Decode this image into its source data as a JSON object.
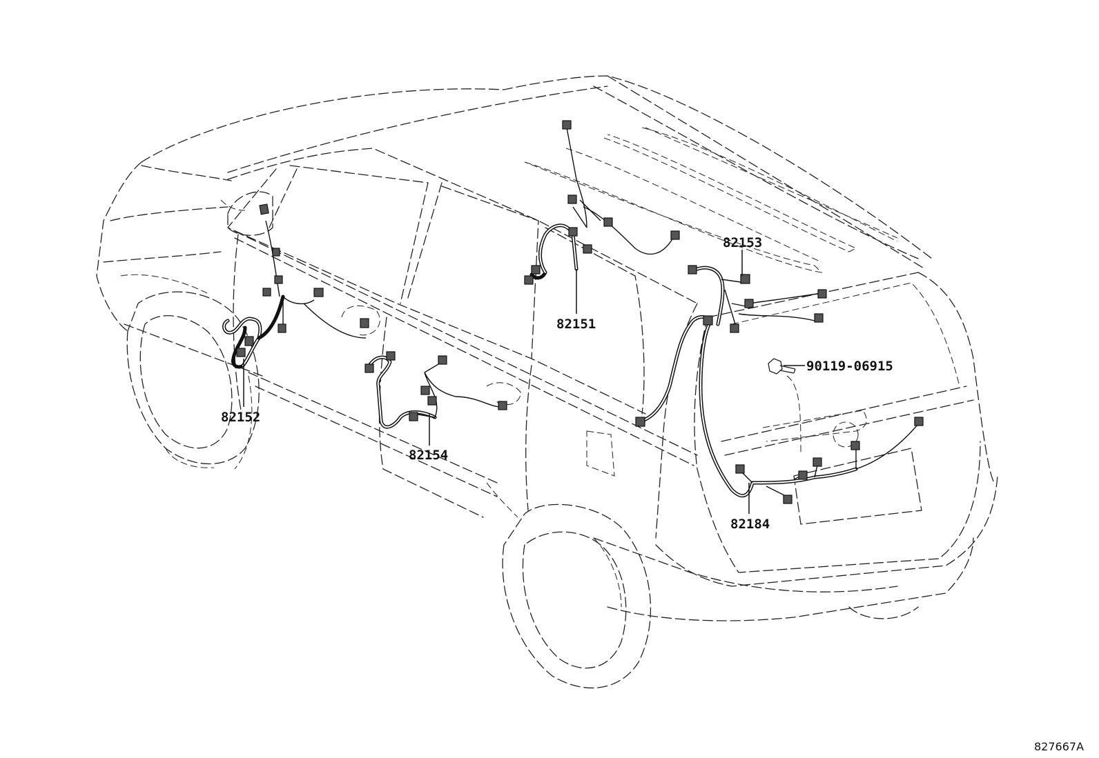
{
  "diagram": {
    "figure_id": "827667A",
    "parts": [
      {
        "id": "82151",
        "kind": "wire harness"
      },
      {
        "id": "82152",
        "kind": "wire harness"
      },
      {
        "id": "82153",
        "kind": "wire harness"
      },
      {
        "id": "82154",
        "kind": "wire harness"
      },
      {
        "id": "82184",
        "kind": "wire harness"
      },
      {
        "id": "90119-06915",
        "kind": "bolt"
      }
    ]
  }
}
